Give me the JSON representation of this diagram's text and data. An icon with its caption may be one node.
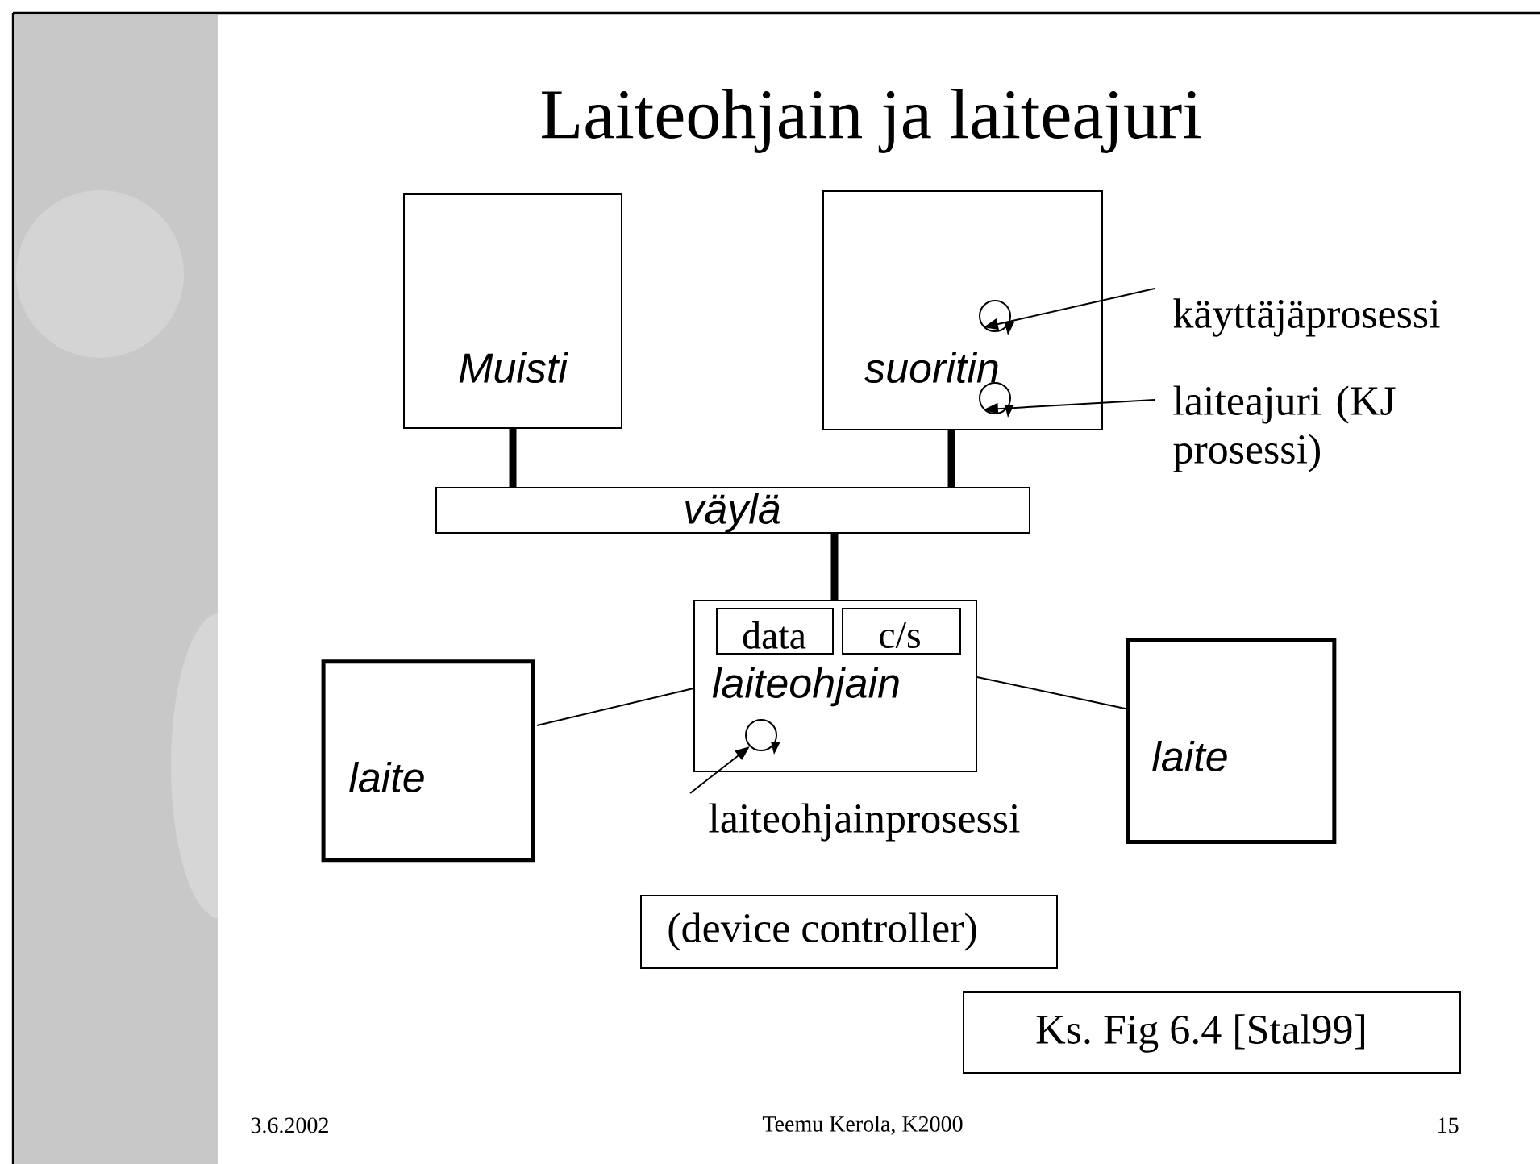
{
  "diagram": {
    "title": "Laiteohjain ja laiteajuri",
    "nodes": [
      {
        "text": [
          "Muisti"
        ]
      },
      {
        "text": [
          "suoritin"
        ]
      },
      {
        "text": [],
        "shape": "circle",
        "in": 1
      },
      {
        "text": [],
        "shape": "circle",
        "in": 1
      },
      {
        "text": [
          "käyttäjäprosessi"
        ]
      },
      {
        "text": [
          "laiteajuri (KJ prosessi)"
        ]
      },
      {
        "text": [
          "väylä"
        ]
      },
      {
        "text": [
          "laiteohjain"
        ]
      },
      {
        "text": [
          "data"
        ],
        "in": 7
      },
      {
        "text": [
          "c/s"
        ],
        "in": 7
      },
      {
        "text": [],
        "shape": "circle",
        "in": 7
      },
      {
        "text": [
          "laite"
        ]
      },
      {
        "text": [
          "laite"
        ]
      },
      {
        "text": [
          "laiteohjainprosessi"
        ]
      },
      {
        "text": [
          "(device controller)"
        ]
      },
      {
        "text": [
          "Ks. Fig 6.4 [Stal99]"
        ]
      }
    ],
    "edges": [
      {
        "from": 0,
        "to": 6,
        "arrow": "none",
        "style": "thick"
      },
      {
        "from": 1,
        "to": 6,
        "arrow": "none",
        "style": "thick"
      },
      {
        "from": 6,
        "to": 7,
        "arrow": "none",
        "style": "thick"
      },
      {
        "from": 4,
        "to": 2,
        "arrow": "to"
      },
      {
        "from": 5,
        "to": 3,
        "arrow": "to"
      },
      {
        "from": 7,
        "to": 11,
        "arrow": "none"
      },
      {
        "from": 7,
        "to": 12,
        "arrow": "none"
      },
      {
        "from": 13,
        "to": 10,
        "arrow": "to"
      }
    ],
    "labels": [
      "3.6.2002",
      "Teemu Kerola, K2000",
      "15"
    ]
  }
}
